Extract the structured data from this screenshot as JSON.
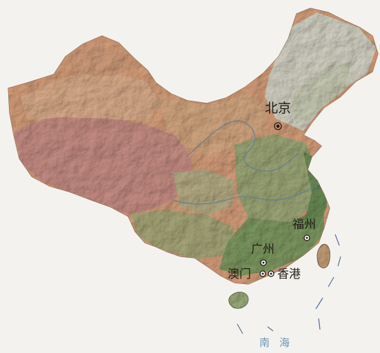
{
  "map": {
    "colors": {
      "background": "#f4f2ee",
      "plateau": "#c98f86",
      "basin": "#dcae8c",
      "highland": "#d8a07c",
      "plain": "#9ea878",
      "lowland": "#7f9a62",
      "northeast": "#d6d4c6",
      "coast": "#6d8e58",
      "sea_text": "#6b95b6",
      "boundary": "#4f6f9a"
    },
    "cities": [
      {
        "name": "北京",
        "marker": "capital"
      },
      {
        "name": "福州",
        "marker": "city"
      },
      {
        "name": "广州",
        "marker": "city"
      },
      {
        "name": "澳门",
        "marker": "city"
      },
      {
        "name": "香港",
        "marker": "city"
      }
    ],
    "sea_label": "南海"
  }
}
